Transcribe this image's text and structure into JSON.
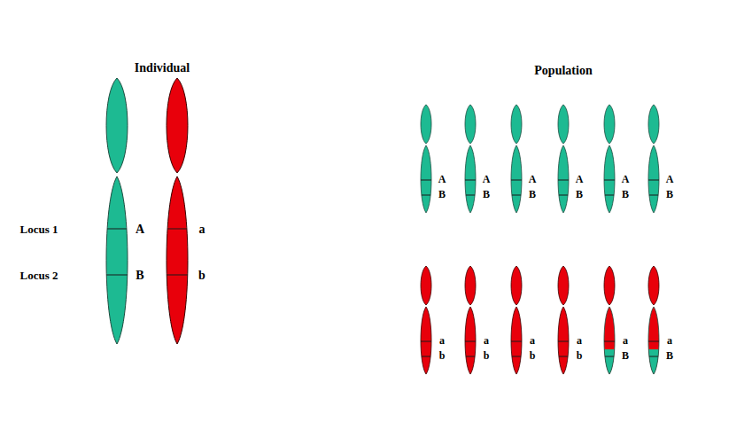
{
  "diagram": {
    "nodes": [
      {
        "text": [
          "Individual"
        ]
      },
      {
        "text": [
          "Population"
        ]
      }
    ],
    "labels": [
      "Locus 1",
      "A",
      "a",
      "Locus 2",
      "B",
      "b",
      "A",
      "B",
      "A",
      "B",
      "A",
      "B",
      "A",
      "B",
      "A",
      "B",
      "A",
      "B",
      "a",
      "b",
      "a",
      "b",
      "a",
      "b",
      "a",
      "b",
      "a",
      "B",
      "a",
      "B"
    ]
  }
}
